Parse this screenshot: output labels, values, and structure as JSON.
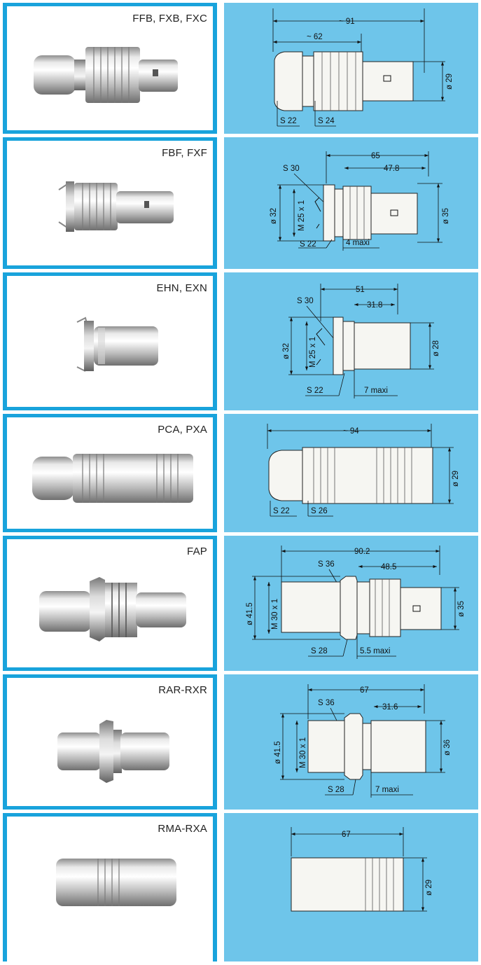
{
  "colors": {
    "frame": "#19a3dc",
    "drawing_bg": "#6ec5ea"
  },
  "rows": [
    {
      "label": "FFB, FXB, FXC",
      "dims": [
        "~ 91",
        "~ 62",
        "ø 29",
        "S 22",
        "S 24"
      ]
    },
    {
      "label": "FBF, FXF",
      "dims": [
        "65",
        "47.8",
        "S 30",
        "ø 32",
        "M 25 x 1",
        "ø 35",
        "S 22",
        "4 maxi"
      ]
    },
    {
      "label": "EHN, EXN",
      "dims": [
        "51",
        "31.8",
        "S 30",
        "ø 32",
        "M 25 x 1",
        "ø 28",
        "S 22",
        "7 maxi"
      ]
    },
    {
      "label": "PCA, PXA",
      "dims": [
        "~ 94",
        "ø 29",
        "S 22",
        "S 26"
      ]
    },
    {
      "label": "FAP",
      "dims": [
        "90.2",
        "S 36",
        "48.5",
        "ø 41.5",
        "M 30 x 1",
        "ø 35",
        "S 28",
        "5.5 maxi"
      ]
    },
    {
      "label": "RAR-RXR",
      "dims": [
        "67",
        "S 36",
        "31.6",
        "ø 41.5",
        "M 30 x 1",
        "ø 36",
        "S 28",
        "7 maxi"
      ]
    },
    {
      "label": "RMA-RXA",
      "dims": [
        "67",
        "ø 29"
      ]
    }
  ]
}
